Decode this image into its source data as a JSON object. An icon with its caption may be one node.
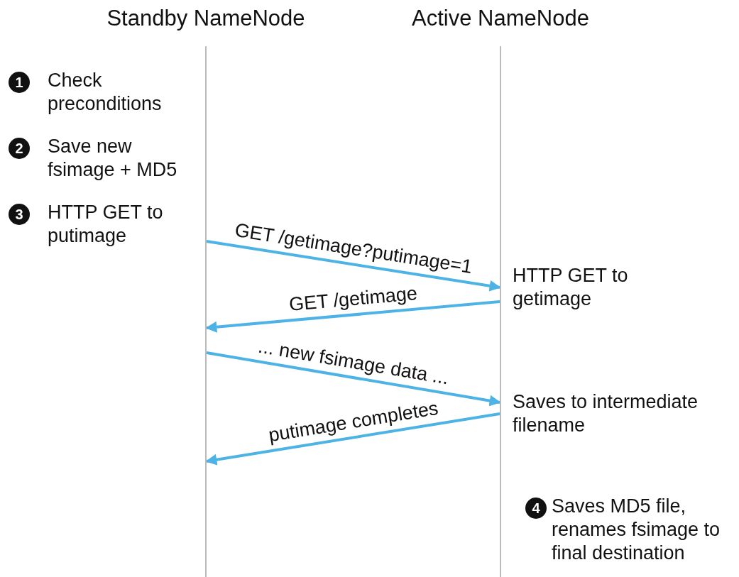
{
  "diagram": {
    "nodes": [
      {
        "text": [
          "Standby NameNode"
        ]
      },
      {
        "text": [
          "Active NameNode"
        ]
      }
    ],
    "edges": [
      {
        "from": 0,
        "to": 1,
        "arrow": "to",
        "label": "GET /getimage?putimage=1"
      },
      {
        "from": 1,
        "to": 0,
        "arrow": "to",
        "label": "GET /getimage"
      },
      {
        "from": 0,
        "to": 1,
        "arrow": "to",
        "label": "... new fsimage data ..."
      },
      {
        "from": 1,
        "to": 0,
        "arrow": "to",
        "label": "putimage completes"
      }
    ],
    "labels": [
      "1",
      "Check preconditions",
      "2",
      "Save new fsimage + MD5",
      "3",
      "HTTP GET to putimage",
      "HTTP GET to getimage",
      "Saves to intermediate filename",
      "4",
      "Saves MD5 file, renames fsimage to final destination"
    ]
  }
}
